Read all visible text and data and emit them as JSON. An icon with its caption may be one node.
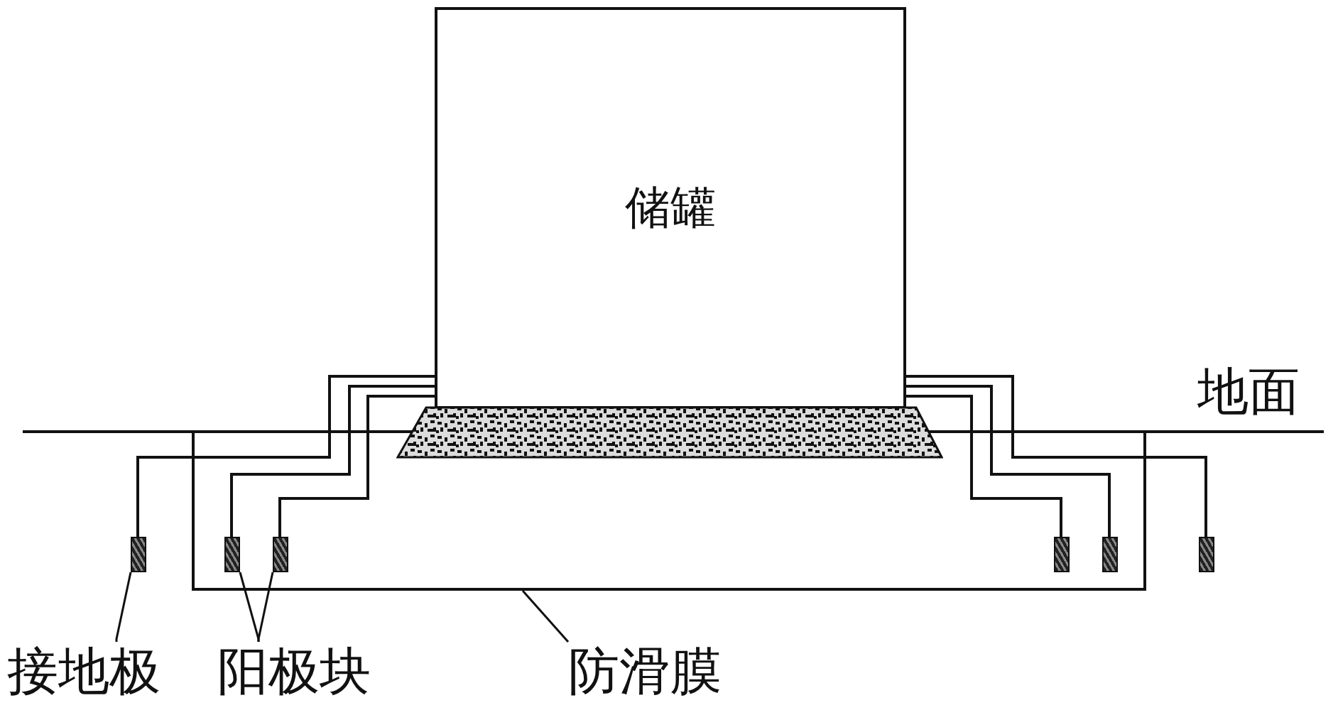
{
  "diagram": {
    "nodes": [
      {
        "text": [
          "储罐"
        ]
      },
      {
        "text": [
          "接地极"
        ]
      },
      {
        "text": [
          "阳极块"
        ]
      },
      {
        "text": [
          "防滑膜"
        ]
      },
      {
        "text": [],
        "shape": "bar"
      },
      {
        "text": [],
        "shape": "bar"
      },
      {
        "text": [],
        "shape": "bar"
      },
      {
        "text": [],
        "shape": "bar"
      },
      {
        "text": [],
        "shape": "bar"
      },
      {
        "text": [],
        "shape": "bar"
      },
      {
        "text": [],
        "shape": "trapezoid"
      }
    ],
    "edges": [
      {
        "from": 1,
        "to": 4,
        "arrow": "none"
      },
      {
        "from": 2,
        "to": 5,
        "arrow": "none"
      },
      {
        "from": 2,
        "to": 6,
        "arrow": "none"
      },
      {
        "from": 3,
        "to": null,
        "arrow": "none"
      },
      {
        "from": 0,
        "to": 4,
        "arrow": "none"
      },
      {
        "from": 0,
        "to": 5,
        "arrow": "none"
      },
      {
        "from": 0,
        "to": 6,
        "arrow": "none"
      },
      {
        "from": 0,
        "to": 7,
        "arrow": "none"
      },
      {
        "from": 0,
        "to": 8,
        "arrow": "none"
      },
      {
        "from": 0,
        "to": 9,
        "arrow": "none"
      }
    ],
    "labels": [
      "地面"
    ]
  }
}
